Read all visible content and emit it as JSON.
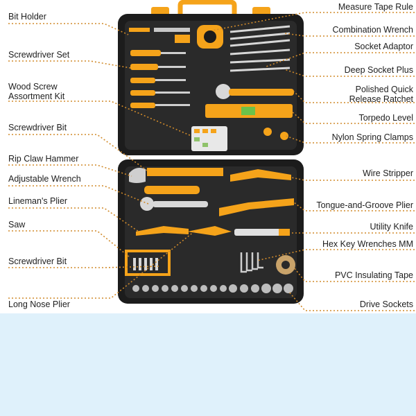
{
  "left_labels": [
    {
      "id": "bit-holder",
      "text": "Bit Holder"
    },
    {
      "id": "screwdriver-set",
      "text": "Screwdriver Set"
    },
    {
      "id": "wood-screw-kit",
      "text": "Wood Screw Assortment Kit"
    },
    {
      "id": "screwdriver-bit-top",
      "text": "Screwdriver Bit"
    },
    {
      "id": "rip-claw-hammer",
      "text": "Rip Claw Hammer"
    },
    {
      "id": "adjustable-wrench",
      "text": "Adjustable Wrench"
    },
    {
      "id": "linemans-plier",
      "text": "Lineman's Plier"
    },
    {
      "id": "saw",
      "text": "Saw"
    },
    {
      "id": "screwdriver-bit-bottom",
      "text": "Screwdriver Bit"
    },
    {
      "id": "long-nose-plier",
      "text": "Long Nose Plier"
    }
  ],
  "right_labels": [
    {
      "id": "measure-tape-rule",
      "text": "Measure Tape Rule"
    },
    {
      "id": "combination-wrench",
      "text": "Combination Wrench"
    },
    {
      "id": "socket-adaptor",
      "text": "Socket Adaptor"
    },
    {
      "id": "deep-socket-plus",
      "text": "Deep Socket Plus"
    },
    {
      "id": "polished-ratchet",
      "text": "Polished Quick Release Ratchet"
    },
    {
      "id": "torpedo-level",
      "text": "Torpedo Level"
    },
    {
      "id": "nylon-spring-clamps",
      "text": "Nylon Spring Clamps"
    },
    {
      "id": "wire-stripper",
      "text": "Wire Stripper"
    },
    {
      "id": "tongue-groove-plier",
      "text": "Tongue-and-Groove Plier"
    },
    {
      "id": "utility-knife",
      "text": "Utility Knife"
    },
    {
      "id": "hex-key-wrenches",
      "text": "Hex Key Wrenches MM"
    },
    {
      "id": "pvc-tape",
      "text": "PVC Insulating Tape"
    },
    {
      "id": "drive-sockets",
      "text": "Drive Sockets"
    }
  ],
  "colors": {
    "case": "#1c1c1c",
    "case_inner": "#2a2a2a",
    "accent": "#f5a31a",
    "leader": "#d08a2a",
    "background": "#dff1fb"
  }
}
